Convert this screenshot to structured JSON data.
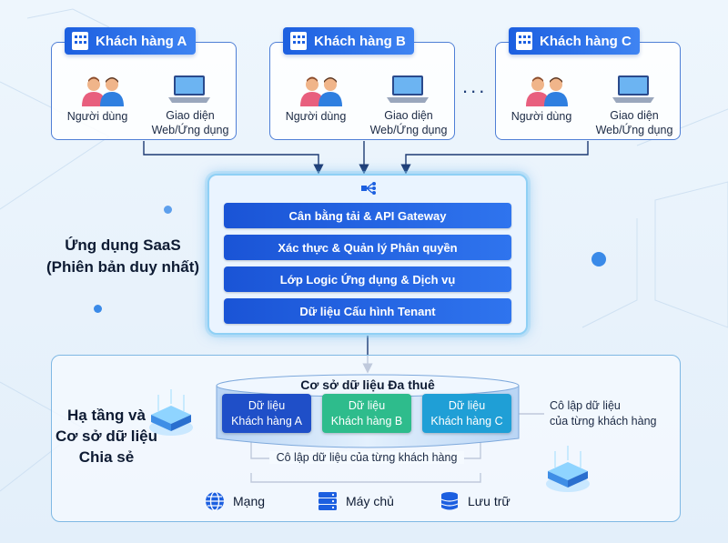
{
  "customers": [
    {
      "name": "Khách hàng A",
      "user_label": "Người dùng",
      "ui_label_1": "Giao diện",
      "ui_label_2": "Web/Ứng dụng"
    },
    {
      "name": "Khách hàng B",
      "user_label": "Người dùng",
      "ui_label_1": "Giao diện",
      "ui_label_2": "Web/Ứng dụng"
    },
    {
      "name": "Khách hàng C",
      "user_label": "Người dùng",
      "ui_label_1": "Giao diện",
      "ui_label_2": "Web/Ứng dụng"
    }
  ],
  "ellipsis": "...",
  "saas": {
    "label_line1": "Ứng dụng SaaS",
    "label_line2": "(Phiên bản duy nhất)",
    "layers": [
      "Cân bằng tải & API Gateway",
      "Xác thực & Quản lý Phân quyền",
      "Lớp Logic Ứng dụng & Dịch vụ",
      "Dữ liệu Cấu hình Tenant"
    ]
  },
  "infrastructure": {
    "label_line1": "Hạ tầng và",
    "label_line2": "Cơ sở dữ liệu",
    "label_line3": "Chia sẻ",
    "database_title": "Cơ sở dữ liệu Đa thuê",
    "tenants": [
      {
        "line1": "Dữ liệu",
        "line2": "Khách hàng A",
        "color": "#1f4fc8"
      },
      {
        "line1": "Dữ liệu",
        "line2": "Khách hàng B",
        "color": "#2ebc8c"
      },
      {
        "line1": "Dữ liệu",
        "line2": "Khách hàng C",
        "color": "#1f9fd6"
      }
    ],
    "isolation_label": "Cô lập dữ liệu của từng khách hàng",
    "side_note_line1": "Cô lập dữ liệu",
    "side_note_line2": "của từng khách hàng",
    "resources": [
      {
        "label": "Mạng",
        "icon": "globe-icon"
      },
      {
        "label": "Máy chủ",
        "icon": "server-icon"
      },
      {
        "label": "Lưu trữ",
        "icon": "storage-icon"
      }
    ]
  },
  "colors": {
    "accent": "#1c5fe0",
    "panel_glow": "#8fd0f5",
    "arrow": "#1d3a73"
  }
}
